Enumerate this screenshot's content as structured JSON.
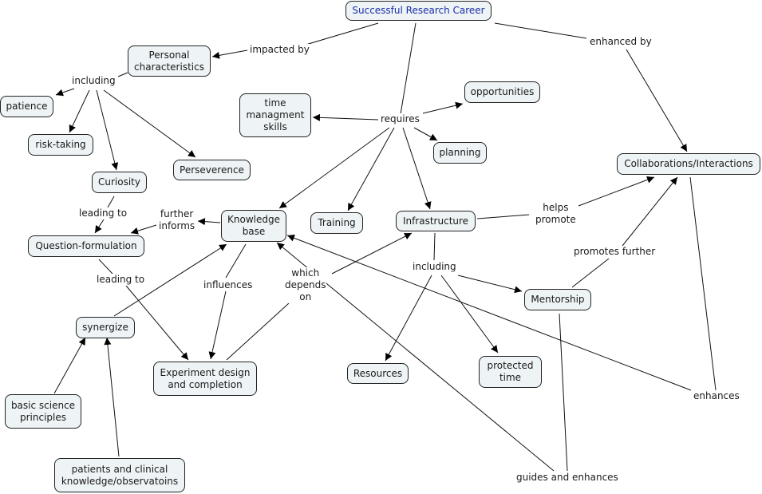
{
  "map": {
    "title": "Successful Research Career",
    "nodes": {
      "root": "Successful Research Career",
      "personal": "Personal\ncharacteristics",
      "patience": "patience",
      "risk": "risk-taking",
      "curiosity": "Curiosity",
      "persev": "Perseverence",
      "time": "time\nmanagment\nskills",
      "opps": "opportunities",
      "planning": "planning",
      "collab": "Collaborations/Interactions",
      "qform": "Question-formulation",
      "kb": "Knowledge\nbase",
      "training": "Training",
      "infra": "Infrastructure",
      "mentor": "Mentorship",
      "synergize": "synergize",
      "expdesign": "Experiment design\nand completion",
      "resources": "Resources",
      "protected": "protected\ntime",
      "basic": "basic science\nprinciples",
      "patients": "patients and clinical\nknowledge/observatoins"
    },
    "links": {
      "impacted": "impacted by",
      "enhancedby": "enhanced by",
      "requires": "requires",
      "including1": "including",
      "leading1": "leading to",
      "leading2": "leading to",
      "further": "further\ninforms",
      "influences": "influences",
      "depends": "which\ndepends\non",
      "including2": "including",
      "helps": "helps\npromote",
      "promotes": "promotes further",
      "enhances": "enhances",
      "guides": "guides and enhances"
    }
  }
}
